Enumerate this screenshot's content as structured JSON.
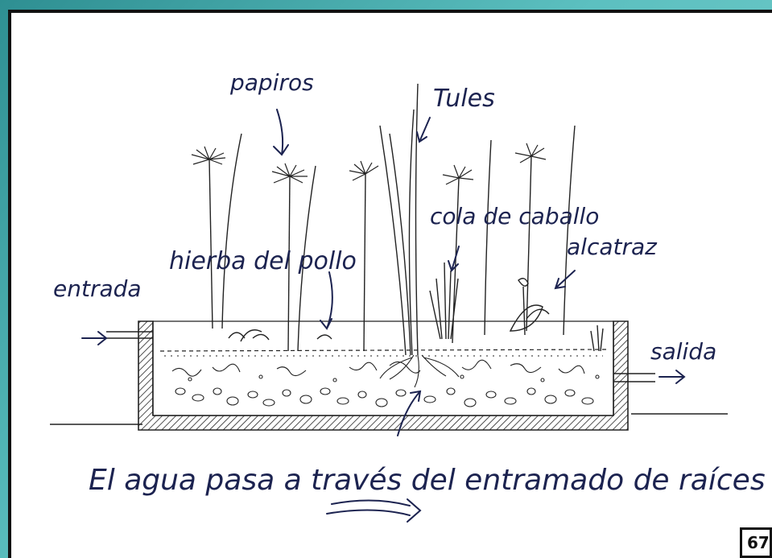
{
  "labels": {
    "papiros": "papiros",
    "tules": "Tules",
    "cola_de_caballo": "cola de caballo",
    "alcatraz": "alcatraz",
    "hierba_del_pollo": "hierba del pollo",
    "entrada": "entrada",
    "salida": "salida",
    "caption": "El agua pasa a través del entramado de raíces"
  },
  "page_number": "67",
  "colors": {
    "ink": "#1c2350",
    "frame": "#5db8b8",
    "paper": "#ffffff"
  }
}
